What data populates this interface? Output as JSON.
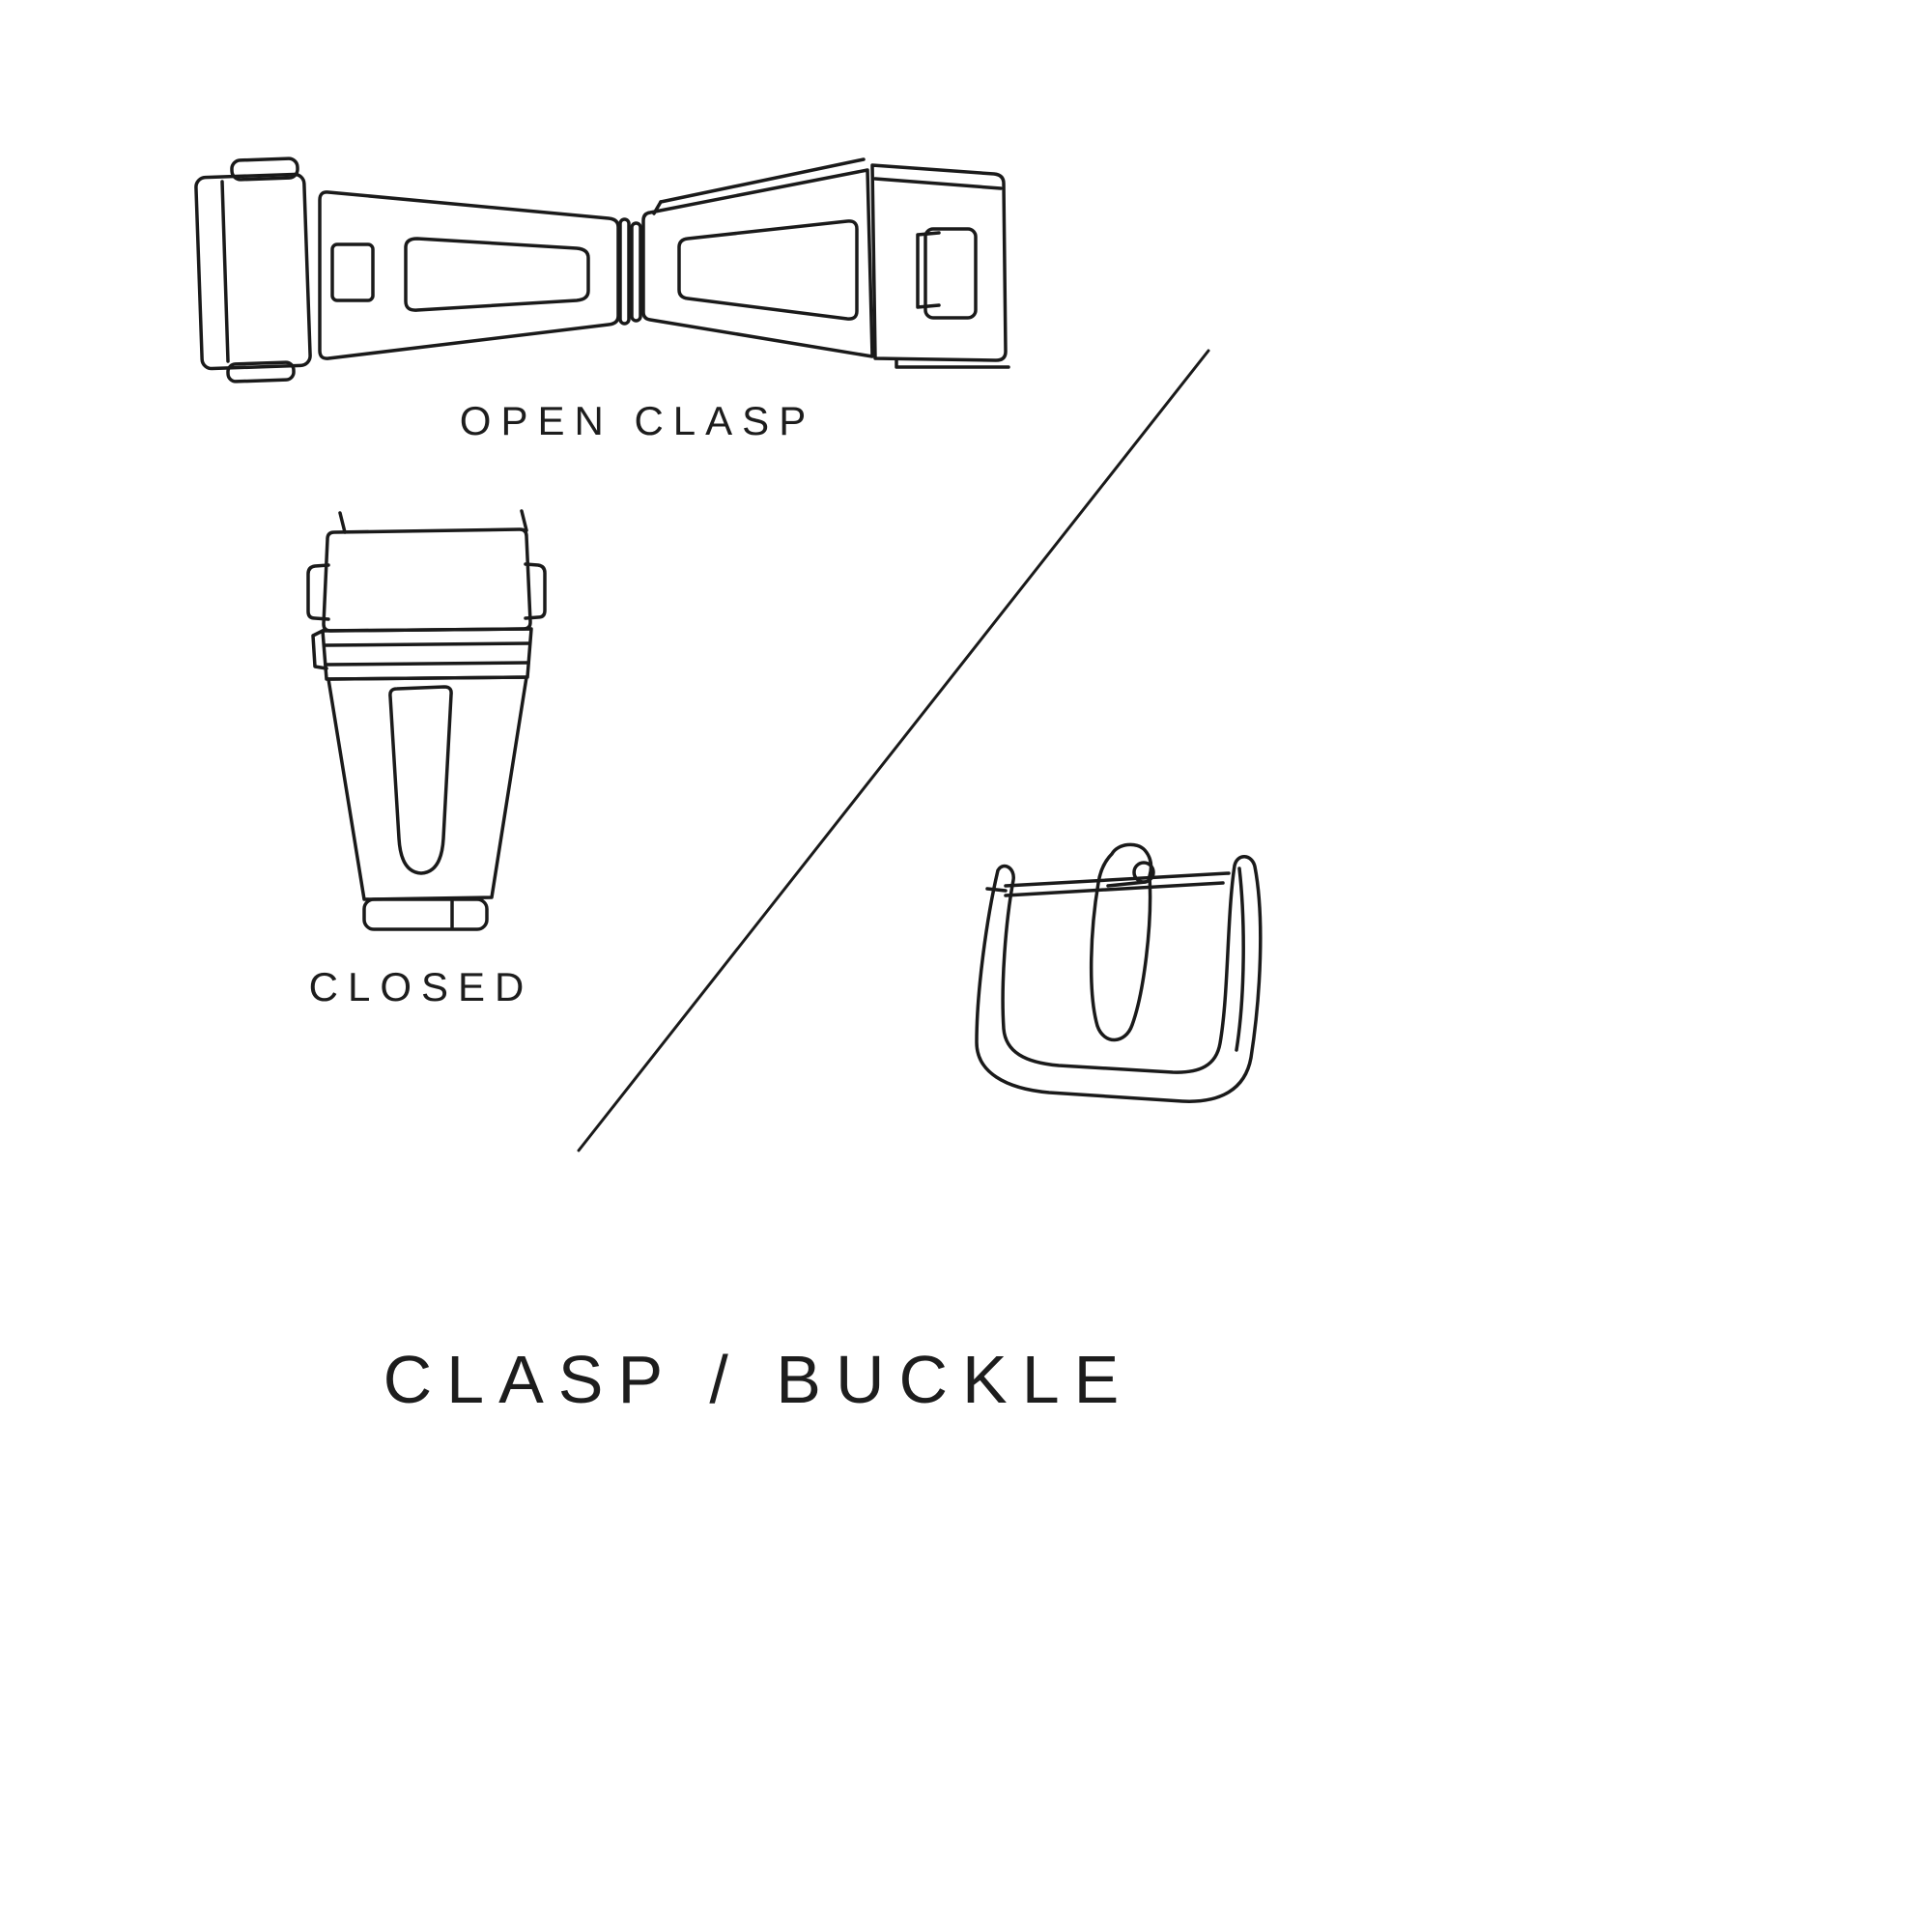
{
  "page": {
    "title": "CLASP / BUCKLE",
    "colors": {
      "background": "#ffffff",
      "line": "#1a1a1a",
      "text": "#1d1d1d"
    }
  },
  "illustrations": [
    {
      "id": "open-clasp",
      "caption": "OPEN CLASP"
    },
    {
      "id": "closed-clasp",
      "caption": "CLOSED"
    },
    {
      "id": "tang-buckle",
      "caption": ""
    }
  ]
}
